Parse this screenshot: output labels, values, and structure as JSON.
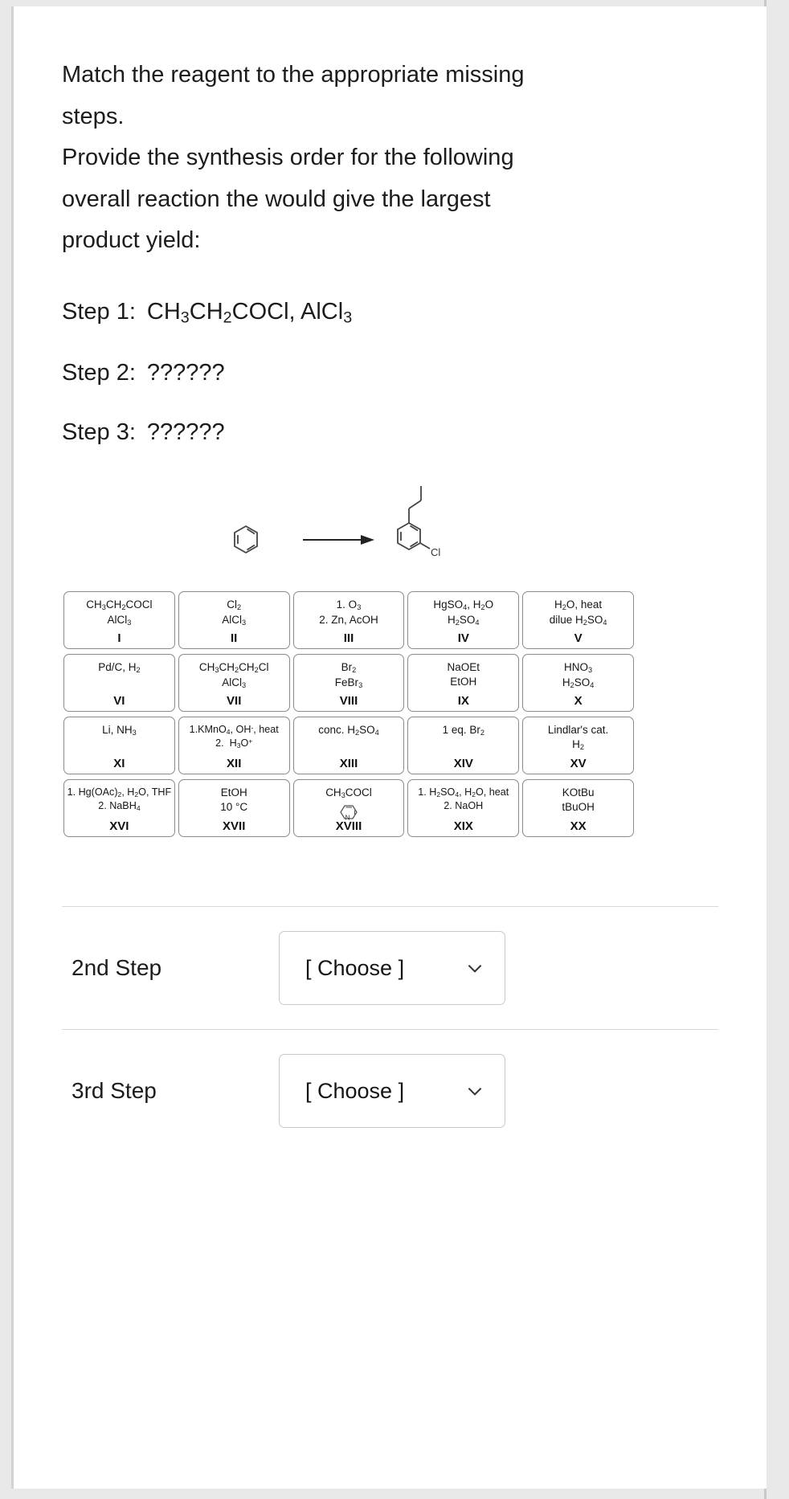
{
  "prompt": {
    "lines": [
      "Match the reagent to the appropriate missing",
      "steps.",
      "Provide the synthesis order for the following",
      "overall reaction the would give the largest",
      "product yield:"
    ]
  },
  "steps": [
    {
      "label": "Step 1:",
      "value_html": "CH3CH2COCl, AlCl3",
      "value_plain": "CH3CH2COCl, AlCl3"
    },
    {
      "label": "Step 2:",
      "value_plain": "??????"
    },
    {
      "label": "Step 3:",
      "value_plain": "??????"
    }
  ],
  "scheme": {
    "reactant_name": "benzene",
    "product_name": "1-chloro-3-propylbenzene",
    "product_substituent_label": "Cl",
    "arrow": "reaction-arrow"
  },
  "reagents": [
    {
      "numeral": "I",
      "lines": [
        "CH3CH2COCl",
        "AlCl3"
      ]
    },
    {
      "numeral": "II",
      "lines": [
        "Cl2",
        "AlCl3"
      ]
    },
    {
      "numeral": "III",
      "lines": [
        "1. O3",
        "2. Zn, AcOH"
      ]
    },
    {
      "numeral": "IV",
      "lines": [
        "HgSO4, H2O",
        "H2SO4"
      ]
    },
    {
      "numeral": "V",
      "lines": [
        "H2O, heat",
        "dilue H2SO4"
      ]
    },
    {
      "numeral": "VI",
      "lines": [
        "Pd/C, H2"
      ]
    },
    {
      "numeral": "VII",
      "lines": [
        "CH3CH2CH2Cl",
        "AlCl3"
      ]
    },
    {
      "numeral": "VIII",
      "lines": [
        "Br2",
        "FeBr3"
      ]
    },
    {
      "numeral": "IX",
      "lines": [
        "NaOEt",
        "EtOH"
      ]
    },
    {
      "numeral": "X",
      "lines": [
        "HNO3",
        "H2SO4"
      ]
    },
    {
      "numeral": "XI",
      "lines": [
        "Li, NH3"
      ]
    },
    {
      "numeral": "XII",
      "lines": [
        "1.KMnO4, OH-, heat",
        "2.  H3O+"
      ]
    },
    {
      "numeral": "XIII",
      "lines": [
        "conc. H2SO4"
      ]
    },
    {
      "numeral": "XIV",
      "lines": [
        "1 eq. Br2"
      ]
    },
    {
      "numeral": "XV",
      "lines": [
        "Lindlar's cat.",
        "H2"
      ]
    },
    {
      "numeral": "XVI",
      "lines": [
        "1. Hg(OAc)2, H2O, THF",
        "2. NaBH4"
      ]
    },
    {
      "numeral": "XVII",
      "lines": [
        "EtOH",
        "10 ºC"
      ]
    },
    {
      "numeral": "XVIII",
      "lines": [
        "CH3COCl"
      ],
      "icon": "pyridine-ring"
    },
    {
      "numeral": "XIX",
      "lines": [
        "1. H2SO4, H2O, heat",
        "2. NaOH"
      ]
    },
    {
      "numeral": "XX",
      "lines": [
        "KOtBu",
        "tBuOH"
      ]
    }
  ],
  "answer_rows": [
    {
      "label": "2nd Step",
      "selected": "[ Choose ]"
    },
    {
      "label": "3rd Step",
      "selected": "[ Choose ]"
    }
  ],
  "colors": {
    "page_bg": "#e9e9e9",
    "card_bg": "#ffffff",
    "text": "#1c1c1c",
    "box_border": "#8b8b8b",
    "select_border": "#c9c9c9"
  }
}
